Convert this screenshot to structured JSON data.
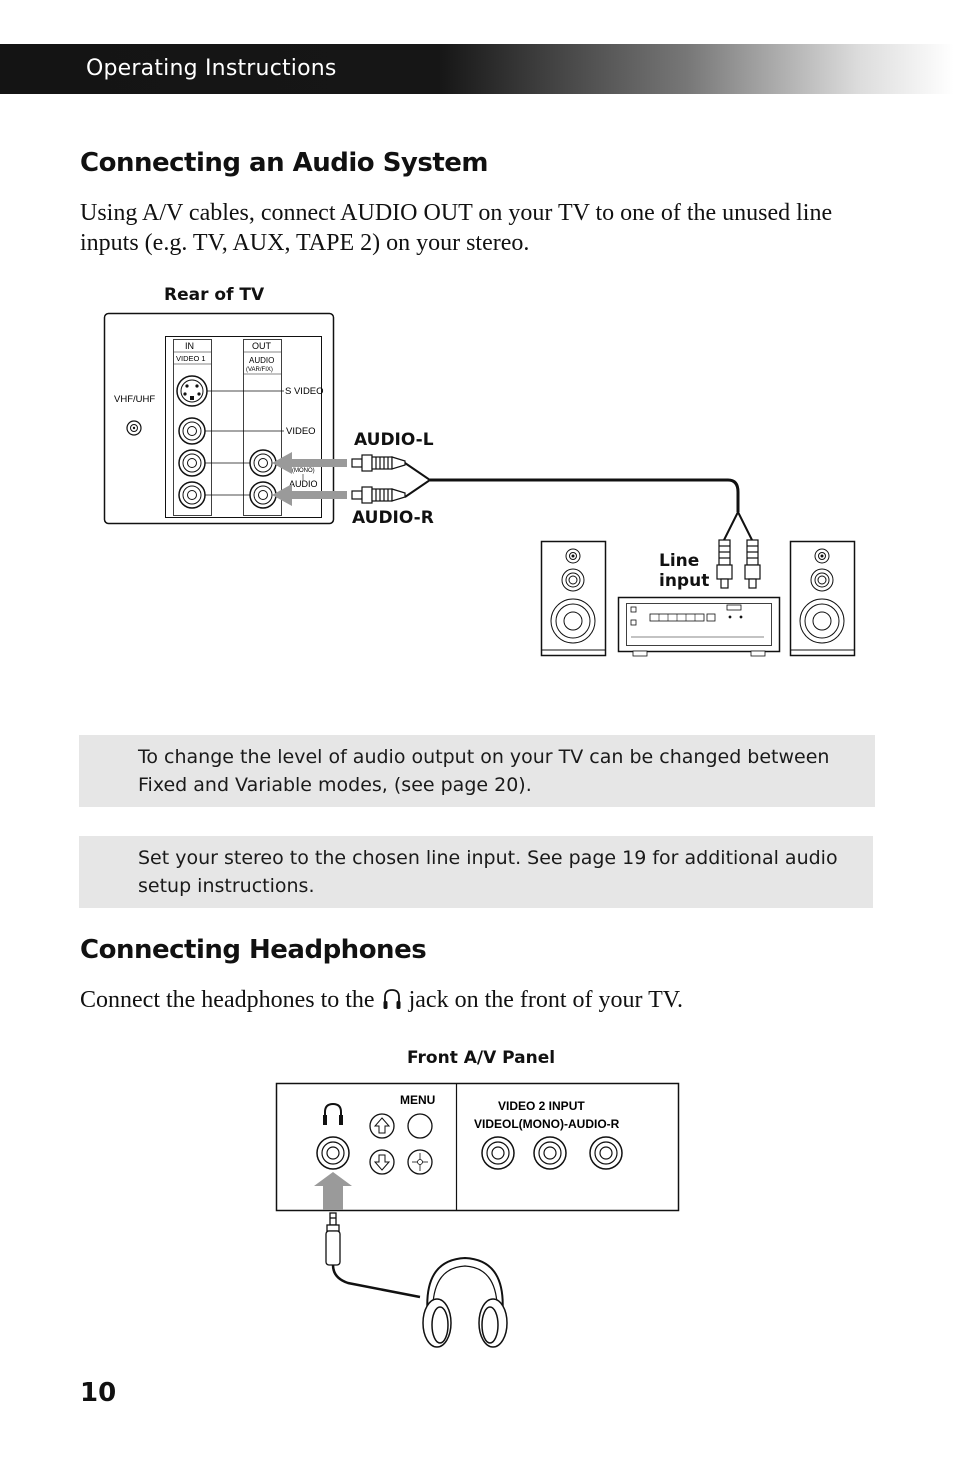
{
  "header": {
    "title": "Operating Instructions"
  },
  "section1": {
    "title": "Connecting an Audio System",
    "body": "Using A/V cables, connect AUDIO OUT on your TV to one of the unused line inputs (e.g. TV, AUX, TAPE 2) on your stereo."
  },
  "diagram1": {
    "rear_label": "Rear of TV",
    "panel_in": "IN",
    "panel_out": "OUT",
    "video1": "VIDEO 1",
    "audio_out": "AUDIO",
    "var_fix": "(VAR/FIX)",
    "vhf_uhf": "VHF/UHF",
    "s_video": "S VIDEO",
    "video": "VIDEO",
    "mono": "(MONO)",
    "audio": "AUDIO",
    "audio_l": "AUDIO-L",
    "audio_r": "AUDIO-R",
    "line_input_1": "Line",
    "line_input_2": "input"
  },
  "notes": [
    {
      "text": "To change the level of audio output on your TV can be changed between Fixed and Variable modes, (see page 20)."
    },
    {
      "text": "Set your stereo to the chosen line input. See page 19 for additional audio setup instructions."
    }
  ],
  "section2": {
    "title": "Connecting Headphones",
    "body_before": "Connect the headphones to the",
    "body_after": "jack on the front of your TV.",
    "icon": "headphones-icon"
  },
  "diagram2": {
    "front_label": "Front A/V Panel",
    "menu": "MENU",
    "video2_input": "VIDEO 2 INPUT",
    "jacks": "VIDEOL(MONO)-AUDIO-R"
  },
  "page": {
    "number": "10"
  }
}
